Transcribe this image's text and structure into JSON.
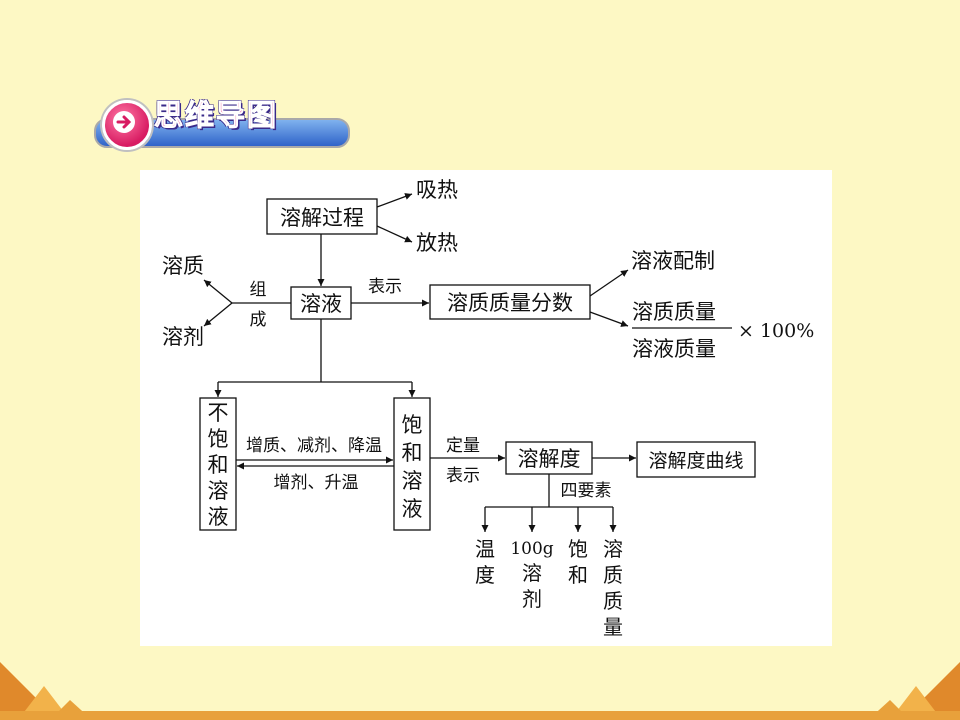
{
  "header": {
    "title": "思维导图",
    "icon": "circle-arrow-right-icon"
  },
  "diagram": {
    "process": "溶解过程",
    "absorb": "吸热",
    "release": "放热",
    "solute": "溶质",
    "solvent": "溶剂",
    "compose_1": "组",
    "compose_2": "成",
    "solution": "溶液",
    "express": "表示",
    "mass_fraction": "溶质质量分数",
    "prep": "溶液配制",
    "frac_num": "溶质质量",
    "frac_den": "溶液质量",
    "frac_mult": "× 100%",
    "unsat": [
      "不",
      "饱",
      "和",
      "溶",
      "液"
    ],
    "sat": [
      "饱",
      "和",
      "溶",
      "液"
    ],
    "to_sat": "增质、减剂、降温",
    "to_unsat": "增剂、升温",
    "quant_1": "定量",
    "quant_2": "表示",
    "solubility": "溶解度",
    "curve": "溶解度曲线",
    "four_elements": "四要素",
    "factors": [
      {
        "lines": [
          "温",
          "度"
        ]
      },
      {
        "lines": [
          "100g",
          "溶",
          "剂"
        ]
      },
      {
        "lines": [
          "饱",
          "和"
        ]
      },
      {
        "lines": [
          "溶",
          "质",
          "质",
          "量"
        ]
      }
    ]
  },
  "colors": {
    "background": "#fdf8c4",
    "title": "#e8136b",
    "bar": "#2f63c9",
    "strip": "#e8a13b"
  }
}
